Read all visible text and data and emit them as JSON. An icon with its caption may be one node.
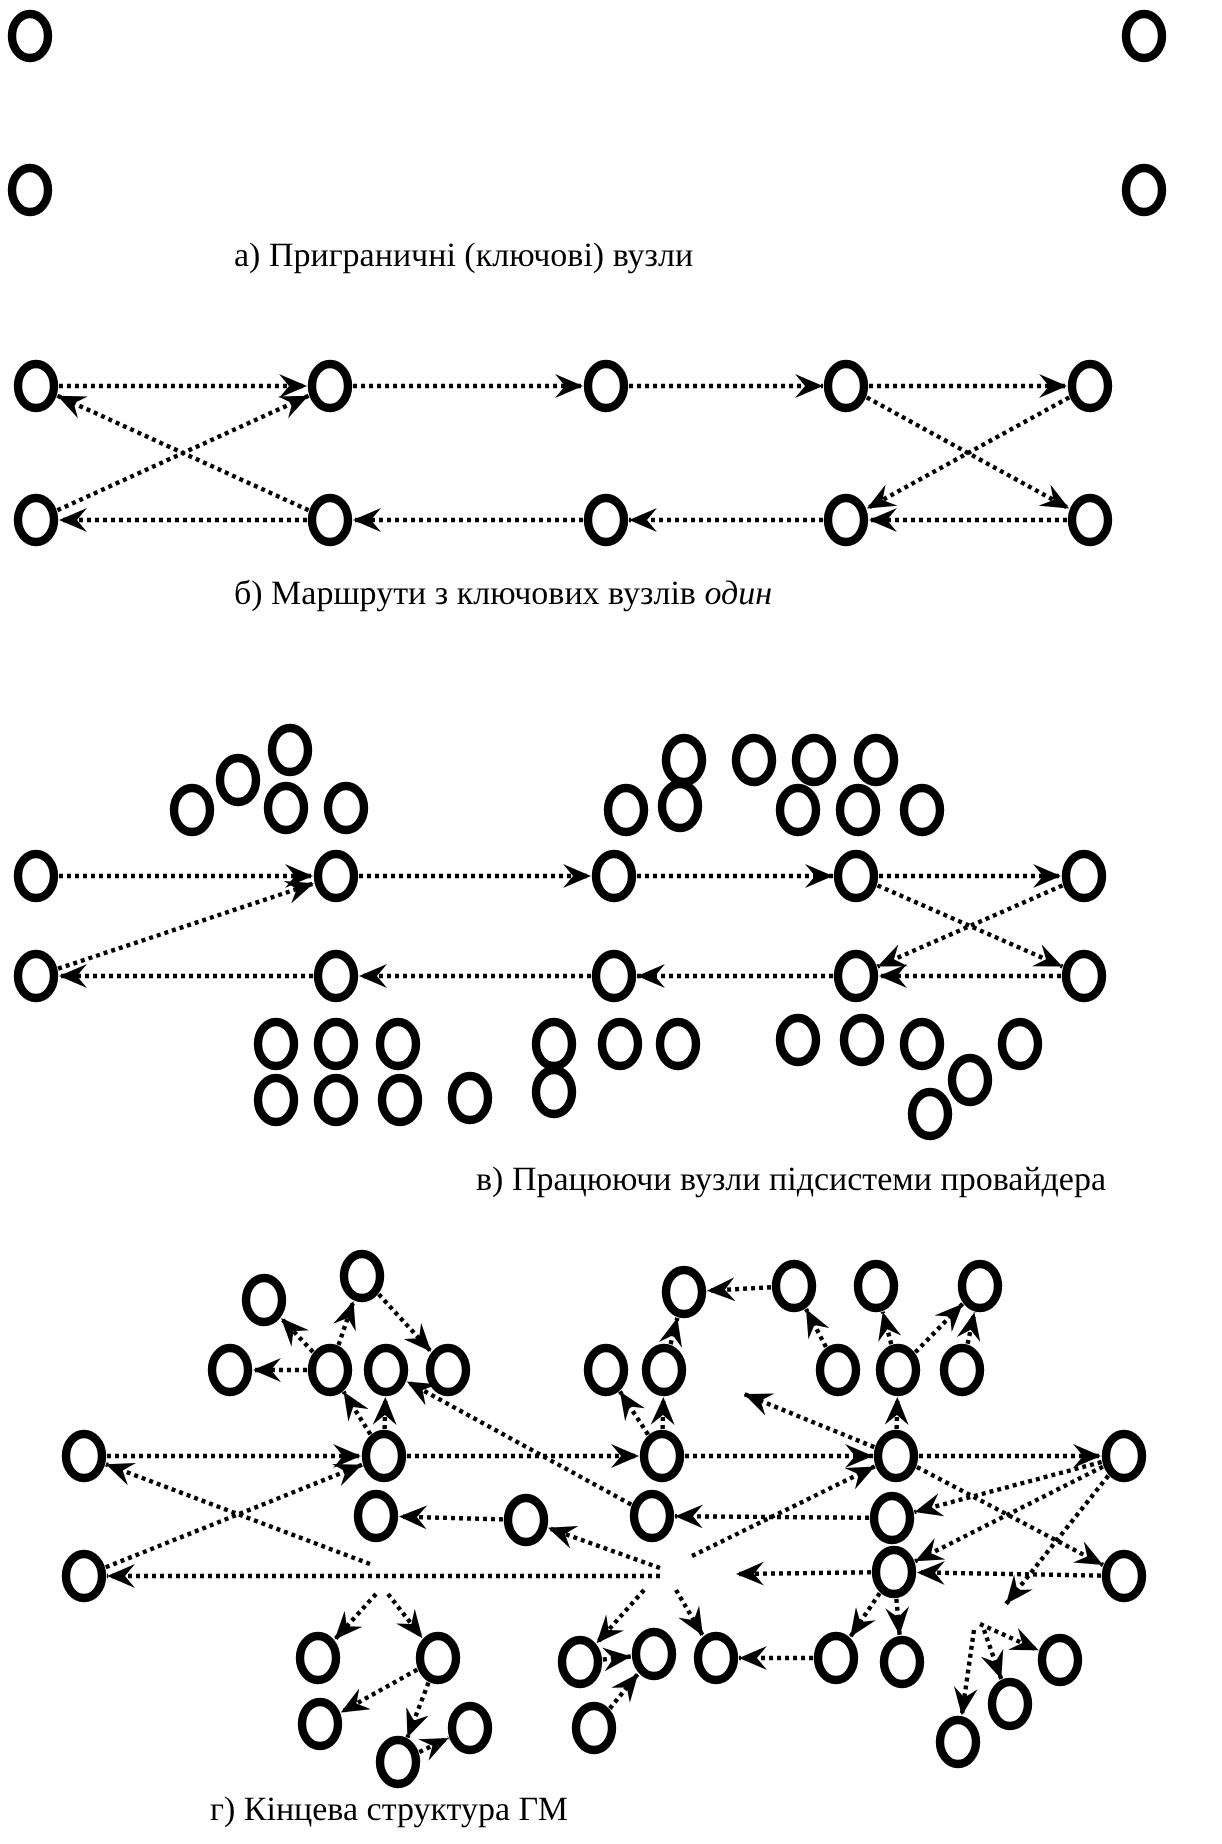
{
  "diagram": {
    "nodes": [
      {
        "text": [],
        "shape": "circle"
      },
      {
        "text": [],
        "shape": "circle"
      },
      {
        "text": [],
        "shape": "circle"
      },
      {
        "text": [],
        "shape": "circle"
      },
      {
        "text": [],
        "shape": "circle"
      },
      {
        "text": [],
        "shape": "circle"
      },
      {
        "text": [],
        "shape": "circle"
      },
      {
        "text": [],
        "shape": "circle"
      },
      {
        "text": [],
        "shape": "circle"
      },
      {
        "text": [],
        "shape": "circle"
      },
      {
        "text": [],
        "shape": "circle"
      },
      {
        "text": [],
        "shape": "circle"
      },
      {
        "text": [],
        "shape": "circle"
      },
      {
        "text": [],
        "shape": "circle"
      },
      {
        "text": [],
        "shape": "circle"
      },
      {
        "text": [],
        "shape": "circle"
      },
      {
        "text": [],
        "shape": "circle"
      },
      {
        "text": [],
        "shape": "circle"
      },
      {
        "text": [],
        "shape": "circle"
      },
      {
        "text": [],
        "shape": "circle"
      },
      {
        "text": [],
        "shape": "circle"
      },
      {
        "text": [],
        "shape": "circle"
      },
      {
        "text": [],
        "shape": "circle"
      },
      {
        "text": [],
        "shape": "circle"
      },
      {
        "text": [],
        "shape": "circle"
      },
      {
        "text": [],
        "shape": "circle"
      },
      {
        "text": [],
        "shape": "circle"
      },
      {
        "text": [],
        "shape": "circle"
      },
      {
        "text": [],
        "shape": "circle"
      },
      {
        "text": [],
        "shape": "circle"
      },
      {
        "text": [],
        "shape": "circle"
      },
      {
        "text": [],
        "shape": "circle"
      },
      {
        "text": [],
        "shape": "circle"
      },
      {
        "text": [],
        "shape": "circle"
      },
      {
        "text": [],
        "shape": "circle"
      },
      {
        "text": [],
        "shape": "circle"
      },
      {
        "text": [],
        "shape": "circle"
      },
      {
        "text": [],
        "shape": "circle"
      },
      {
        "text": [],
        "shape": "circle"
      },
      {
        "text": [],
        "shape": "circle"
      },
      {
        "text": [],
        "shape": "circle"
      },
      {
        "text": [],
        "shape": "circle"
      },
      {
        "text": [],
        "shape": "circle"
      },
      {
        "text": [],
        "shape": "circle"
      },
      {
        "text": [],
        "shape": "circle"
      },
      {
        "text": [],
        "shape": "circle"
      },
      {
        "text": [],
        "shape": "circle"
      },
      {
        "text": [],
        "shape": "circle"
      },
      {
        "text": [],
        "shape": "circle"
      },
      {
        "text": [],
        "shape": "circle"
      },
      {
        "text": [],
        "shape": "circle"
      },
      {
        "text": [],
        "shape": "circle"
      },
      {
        "text": [],
        "shape": "circle"
      },
      {
        "text": [],
        "shape": "circle"
      },
      {
        "text": [],
        "shape": "circle"
      },
      {
        "text": [],
        "shape": "circle"
      },
      {
        "text": [],
        "shape": "circle"
      },
      {
        "text": [],
        "shape": "circle"
      },
      {
        "text": [],
        "shape": "circle"
      },
      {
        "text": [],
        "shape": "circle"
      },
      {
        "text": [],
        "shape": "circle"
      },
      {
        "text": [],
        "shape": "circle"
      },
      {
        "text": [],
        "shape": "circle"
      },
      {
        "text": [],
        "shape": "circle"
      },
      {
        "text": [],
        "shape": "circle"
      },
      {
        "text": [],
        "shape": "circle"
      },
      {
        "text": [],
        "shape": "circle"
      },
      {
        "text": [],
        "shape": "circle"
      },
      {
        "text": [],
        "shape": "circle"
      },
      {
        "text": [],
        "shape": "circle"
      },
      {
        "text": [],
        "shape": "circle"
      },
      {
        "text": [],
        "shape": "circle"
      },
      {
        "text": [],
        "shape": "circle"
      },
      {
        "text": [],
        "shape": "circle"
      },
      {
        "text": [],
        "shape": "circle"
      },
      {
        "text": [],
        "shape": "circle"
      },
      {
        "text": [],
        "shape": "circle"
      },
      {
        "text": [],
        "shape": "circle"
      },
      {
        "text": [],
        "shape": "circle"
      },
      {
        "text": [],
        "shape": "circle"
      },
      {
        "text": [],
        "shape": "circle"
      },
      {
        "text": [],
        "shape": "circle"
      },
      {
        "text": [],
        "shape": "circle"
      },
      {
        "text": [],
        "shape": "circle"
      },
      {
        "text": [],
        "shape": "circle"
      },
      {
        "text": [],
        "shape": "circle"
      },
      {
        "text": [],
        "shape": "circle"
      },
      {
        "text": [],
        "shape": "circle"
      },
      {
        "text": [],
        "shape": "circle"
      },
      {
        "text": [],
        "shape": "circle"
      },
      {
        "text": [],
        "shape": "circle"
      },
      {
        "text": [],
        "shape": "circle"
      },
      {
        "text": [],
        "shape": "circle"
      },
      {
        "text": [],
        "shape": "circle"
      },
      {
        "text": [],
        "shape": "circle"
      },
      {
        "text": [],
        "shape": "circle"
      }
    ],
    "edges": [
      {
        "from": 4,
        "to": 5,
        "arrow": "to"
      },
      {
        "from": 5,
        "to": 6,
        "arrow": "to"
      },
      {
        "from": 6,
        "to": 7,
        "arrow": "to"
      },
      {
        "from": 7,
        "to": 8,
        "arrow": "to"
      },
      {
        "from": 10,
        "to": 4,
        "arrow": "to"
      },
      {
        "from": 9,
        "to": 5,
        "arrow": "to"
      },
      {
        "from": 7,
        "to": 13,
        "arrow": "to"
      },
      {
        "from": 8,
        "to": 12,
        "arrow": "to"
      },
      {
        "from": 13,
        "to": 12,
        "arrow": "to"
      },
      {
        "from": 12,
        "to": 11,
        "arrow": "to"
      },
      {
        "from": 11,
        "to": 10,
        "arrow": "to"
      },
      {
        "from": 10,
        "to": 9,
        "arrow": "to"
      },
      {
        "from": 28,
        "to": 29,
        "arrow": "to"
      },
      {
        "from": 29,
        "to": 30,
        "arrow": "to"
      },
      {
        "from": 30,
        "to": 31,
        "arrow": "to"
      },
      {
        "from": 31,
        "to": 32,
        "arrow": "to"
      },
      {
        "from": 33,
        "to": 29,
        "arrow": "to"
      },
      {
        "from": 31,
        "to": 37,
        "arrow": "to"
      },
      {
        "from": 32,
        "to": 36,
        "arrow": "to"
      },
      {
        "from": 37,
        "to": 36,
        "arrow": "to"
      },
      {
        "from": 36,
        "to": 35,
        "arrow": "to"
      },
      {
        "from": 35,
        "to": 34,
        "arrow": "to"
      },
      {
        "from": 34,
        "to": 33,
        "arrow": "to"
      },
      {
        "from": 70,
        "to": 71,
        "arrow": "to"
      },
      {
        "from": 71,
        "to": 72,
        "arrow": "to"
      },
      {
        "from": 72,
        "to": 73,
        "arrow": "to"
      },
      {
        "from": 73,
        "to": 74,
        "arrow": "to"
      },
      {
        "from": 79,
        "to": 71,
        "arrow": "to"
      },
      {
        "from": null,
        "to": 70,
        "arrow": "to"
      },
      {
        "from": null,
        "to": 79,
        "arrow": "to"
      },
      {
        "from": 73,
        "to": 81,
        "arrow": "to"
      },
      {
        "from": 74,
        "to": 78,
        "arrow": "to"
      },
      {
        "from": 74,
        "to": 80,
        "arrow": "to"
      },
      {
        "from": 81,
        "to": 80,
        "arrow": "to"
      },
      {
        "from": 80,
        "to": null,
        "arrow": "to"
      },
      {
        "from": 78,
        "to": 77,
        "arrow": "to"
      },
      {
        "from": 76,
        "to": 75,
        "arrow": "to"
      },
      {
        "from": 77,
        "to": 63,
        "arrow": "to"
      },
      {
        "from": null,
        "to": 73,
        "arrow": "to"
      },
      {
        "from": null,
        "to": 76,
        "arrow": "to"
      },
      {
        "from": 62,
        "to": 55,
        "arrow": "to"
      },
      {
        "from": 62,
        "to": 56,
        "arrow": "to"
      },
      {
        "from": 62,
        "to": 61,
        "arrow": "to"
      },
      {
        "from": 56,
        "to": 64,
        "arrow": "to"
      },
      {
        "from": 71,
        "to": 62,
        "arrow": "to"
      },
      {
        "from": 71,
        "to": 63,
        "arrow": "to"
      },
      {
        "from": 72,
        "to": 65,
        "arrow": "to"
      },
      {
        "from": 72,
        "to": 66,
        "arrow": "to"
      },
      {
        "from": 73,
        "to": null,
        "arrow": "to"
      },
      {
        "from": 66,
        "to": 57,
        "arrow": "to"
      },
      {
        "from": 58,
        "to": 57,
        "arrow": "to"
      },
      {
        "from": 67,
        "to": 58,
        "arrow": "to"
      },
      {
        "from": 68,
        "to": 59,
        "arrow": "to"
      },
      {
        "from": 68,
        "to": 60,
        "arrow": "to"
      },
      {
        "from": 69,
        "to": 60,
        "arrow": "to"
      },
      {
        "from": 73,
        "to": 68,
        "arrow": "to"
      },
      {
        "from": null,
        "to": 82,
        "arrow": "to"
      },
      {
        "from": null,
        "to": 83,
        "arrow": "to"
      },
      {
        "from": 83,
        "to": 91,
        "arrow": "to"
      },
      {
        "from": 83,
        "to": 95,
        "arrow": "to"
      },
      {
        "from": 95,
        "to": 92,
        "arrow": "to"
      },
      {
        "from": null,
        "to": 84,
        "arrow": "to"
      },
      {
        "from": null,
        "to": 86,
        "arrow": "to"
      },
      {
        "from": 84,
        "to": 85,
        "arrow": "to"
      },
      {
        "from": 93,
        "to": 85,
        "arrow": "to"
      },
      {
        "from": 87,
        "to": 86,
        "arrow": "to"
      },
      {
        "from": 80,
        "to": 87,
        "arrow": "to"
      },
      {
        "from": 80,
        "to": 88,
        "arrow": "to"
      },
      {
        "from": 74,
        "to": null,
        "arrow": "to"
      },
      {
        "from": null,
        "to": 89,
        "arrow": "to"
      },
      {
        "from": null,
        "to": 94,
        "arrow": "to"
      },
      {
        "from": null,
        "to": 90,
        "arrow": "to"
      }
    ],
    "labels": [
      "а) Приграничні (ключові) вузли",
      "б) Маршрути з ключових вузлів *один*",
      "в) Працюючи вузли підсистеми провайдера",
      "г) Кінцева структура ГМ"
    ]
  }
}
